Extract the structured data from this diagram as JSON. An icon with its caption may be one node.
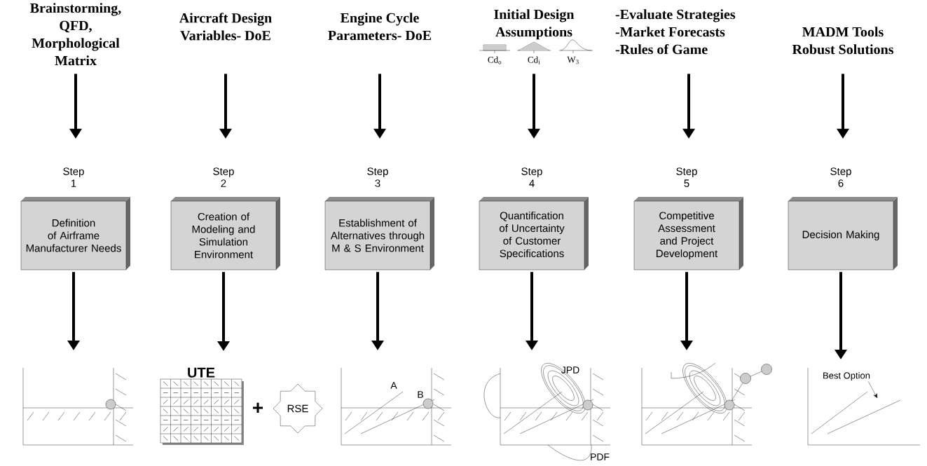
{
  "diagram": {
    "nodes": [
      {
        "text": [
          "Brainstorming, QFD, Morphological Matrix"
        ]
      },
      {
        "text": [
          "Step 1",
          "Definition of Airframe Manufacturer Needs"
        ]
      },
      {
        "text": [],
        "shape": "picture"
      },
      {
        "text": [
          "Aircraft Design Variables- DoE"
        ]
      },
      {
        "text": [
          "Step 2",
          "Creation of Modeling and Simulation Environment"
        ]
      },
      {
        "text": [
          "UTE"
        ]
      },
      {
        "text": [
          "RSE"
        ]
      },
      {
        "text": [
          "Engine Cycle Parameters- DoE"
        ]
      },
      {
        "text": [
          "Step 3",
          "Establishment of Alternatives through M & S Environment"
        ]
      },
      {
        "text": [],
        "shape": "picture"
      },
      {
        "text": [
          "Initial Design Assumptions",
          "Cd$_{o}$",
          "Cd$_{i}$",
          "W$_{3}$"
        ]
      },
      {
        "text": [
          "Step 4",
          "Quantification of Uncertainty of Customer Specifications"
        ]
      },
      {
        "text": [],
        "shape": "picture"
      },
      {
        "text": [
          "-Evaluate Strategies",
          "-Market Forecasts",
          "-Rules of Game"
        ]
      },
      {
        "text": [
          "Step 5",
          "Competitive Assessment and Project Development"
        ]
      },
      {
        "text": [],
        "shape": "picture"
      },
      {
        "text": [
          "MADM Tools",
          "Robust Solutions"
        ]
      },
      {
        "text": [
          "Step 6",
          "Decision Making"
        ]
      },
      {
        "text": [],
        "shape": "picture"
      },
      {
        "text": [
          "Best Option"
        ],
        "in": 18
      }
    ],
    "edges": [
      {
        "from": 0,
        "to": 1,
        "arrow": "to"
      },
      {
        "from": 1,
        "to": 2,
        "arrow": "to"
      },
      {
        "from": 3,
        "to": 4,
        "arrow": "to"
      },
      {
        "from": 4,
        "to": 5,
        "arrow": "to"
      },
      {
        "from": 7,
        "to": 8,
        "arrow": "to"
      },
      {
        "from": 8,
        "to": 9,
        "arrow": "to"
      },
      {
        "from": 10,
        "to": 11,
        "arrow": "to"
      },
      {
        "from": 11,
        "to": 12,
        "arrow": "to"
      },
      {
        "from": 13,
        "to": 14,
        "arrow": "to"
      },
      {
        "from": 14,
        "to": 15,
        "arrow": "to"
      },
      {
        "from": 16,
        "to": 17,
        "arrow": "to"
      },
      {
        "from": 17,
        "to": 18,
        "arrow": "to"
      },
      {
        "from": 19,
        "to": null,
        "arrow": "to"
      }
    ],
    "labels": [
      "+",
      "A",
      "B",
      "JPD",
      "PDF"
    ]
  }
}
